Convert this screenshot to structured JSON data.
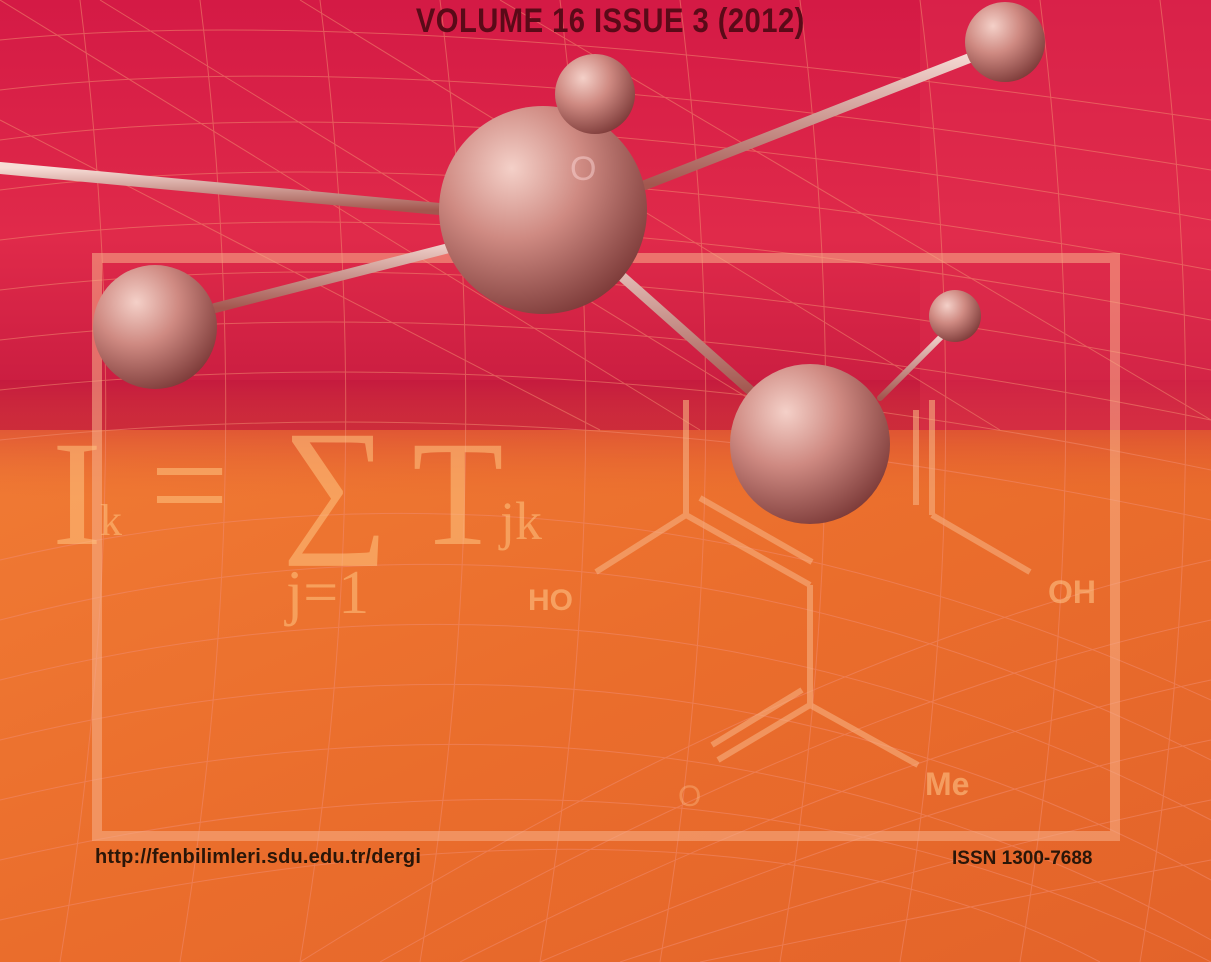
{
  "cover": {
    "volume_line": "VOLUME 16 ISSUE 3 (2012)",
    "url": "http://fenbilimleri.sdu.edu.tr/dergi",
    "issn": "ISSN 1300-7688"
  },
  "formula": {
    "symbol": "I",
    "subscript": "k",
    "equals": "=",
    "sum": "∑",
    "term": "T",
    "term_subscript": "jk",
    "sum_lower": "j=1"
  },
  "molecule_labels": {
    "o_top": "O",
    "ho": "HO",
    "oh": "OH",
    "me": "Me",
    "o_bottom": "O"
  },
  "colors": {
    "top_band": "#d81e44",
    "bottom_band": "#e86a2e",
    "sphere": "#c77b76",
    "title_text": "#5a0a18"
  }
}
